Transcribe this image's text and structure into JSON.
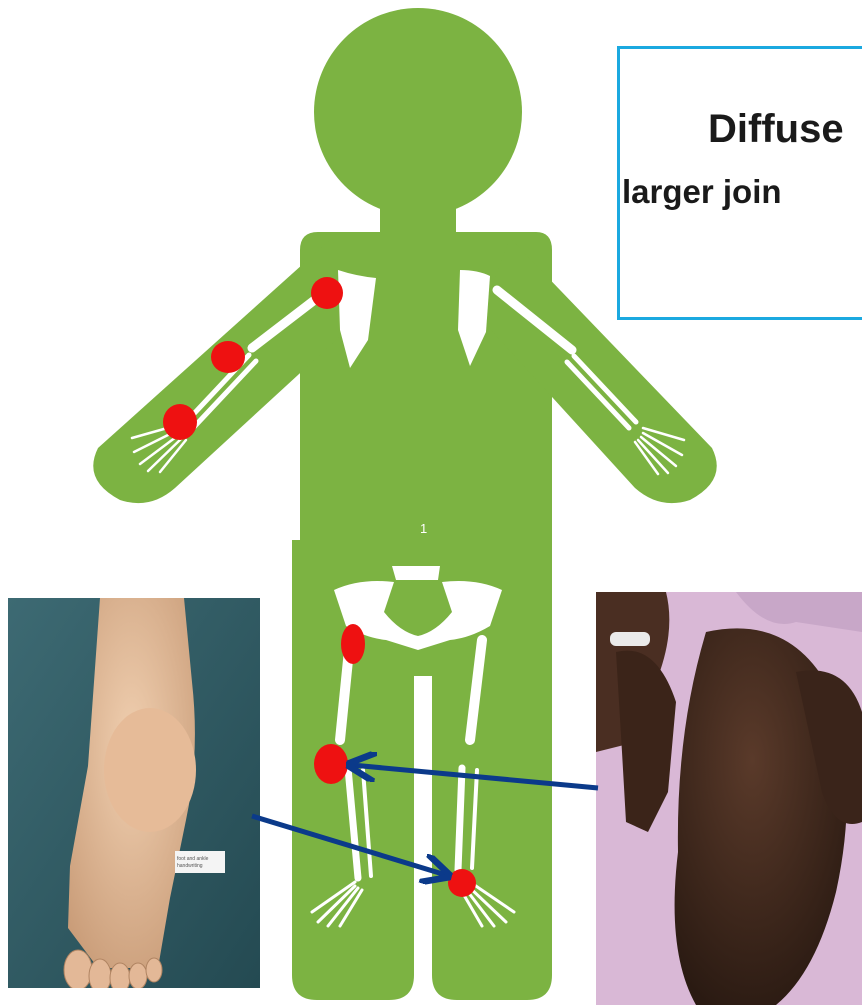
{
  "callout": {
    "line1": "Diffuse",
    "line2": "larger join"
  },
  "slide_number": "1",
  "photo_foot_caption": "foot and ankle\nhandwriting",
  "colors": {
    "body_silhouette": "#7cb342",
    "bone": "#ffffff",
    "joint_marker": "#ee1111",
    "arrow": "#0b3a8a",
    "callout_border": "#1ba9e0"
  },
  "icons": {
    "body": "human-silhouette-icon",
    "skeleton": "skeleton-icon",
    "marker": "red-joint-dot",
    "arrow": "arrow-icon"
  }
}
